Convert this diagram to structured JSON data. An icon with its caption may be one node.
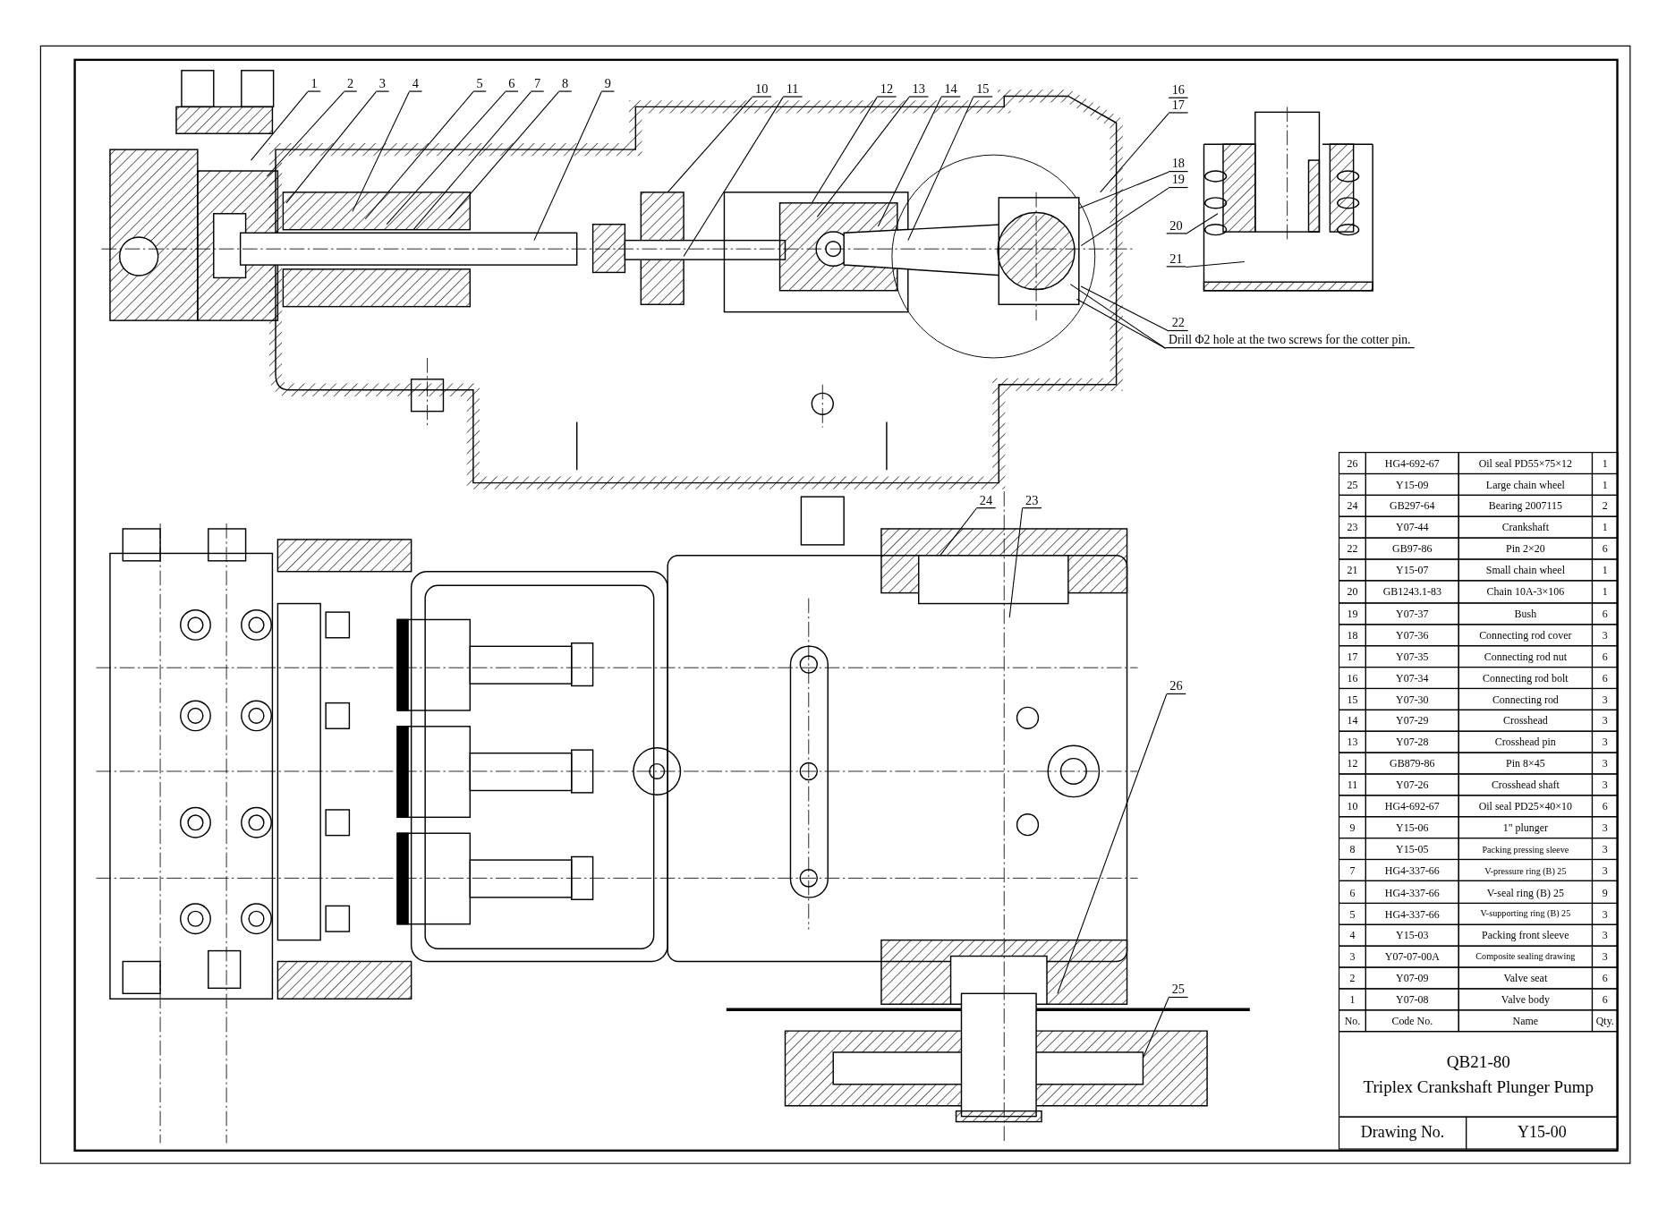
{
  "diagram": {
    "title": "Triplex Crankshaft Plunger Pump",
    "nodes": [
      {
        "text": [
          "1"
        ]
      },
      {
        "text": [
          "2"
        ]
      },
      {
        "text": [
          "3"
        ]
      },
      {
        "text": [
          "4"
        ]
      },
      {
        "text": [
          "5"
        ]
      },
      {
        "text": [
          "6"
        ]
      },
      {
        "text": [
          "7"
        ]
      },
      {
        "text": [
          "8"
        ]
      },
      {
        "text": [
          "9"
        ]
      },
      {
        "text": [
          "10"
        ]
      },
      {
        "text": [
          "11"
        ]
      },
      {
        "text": [
          "12"
        ]
      },
      {
        "text": [
          "13"
        ]
      },
      {
        "text": [
          "14"
        ]
      },
      {
        "text": [
          "15"
        ]
      },
      {
        "text": [
          "16"
        ]
      },
      {
        "text": [
          "17"
        ]
      },
      {
        "text": [
          "18"
        ]
      },
      {
        "text": [
          "19"
        ]
      },
      {
        "text": [
          "20"
        ]
      },
      {
        "text": [
          "21"
        ]
      },
      {
        "text": [
          "22"
        ]
      },
      {
        "text": [
          "Drill Φ2 hole at the two screws for the cotter pin."
        ]
      },
      {
        "text": [
          "24"
        ]
      },
      {
        "text": [
          "23"
        ]
      },
      {
        "text": [
          "26"
        ]
      },
      {
        "text": [
          "25"
        ]
      }
    ],
    "edges": [
      {
        "from": 0,
        "to": null,
        "arrow": "none"
      },
      {
        "from": 1,
        "to": null,
        "arrow": "none"
      },
      {
        "from": 2,
        "to": null,
        "arrow": "none"
      },
      {
        "from": 3,
        "to": null,
        "arrow": "none"
      },
      {
        "from": 4,
        "to": null,
        "arrow": "none"
      },
      {
        "from": 5,
        "to": null,
        "arrow": "none"
      },
      {
        "from": 6,
        "to": null,
        "arrow": "none"
      },
      {
        "from": 7,
        "to": null,
        "arrow": "none"
      },
      {
        "from": 8,
        "to": null,
        "arrow": "none"
      },
      {
        "from": 9,
        "to": null,
        "arrow": "none"
      },
      {
        "from": 10,
        "to": null,
        "arrow": "none"
      },
      {
        "from": 11,
        "to": null,
        "arrow": "none"
      },
      {
        "from": 12,
        "to": null,
        "arrow": "none"
      },
      {
        "from": 13,
        "to": null,
        "arrow": "none"
      },
      {
        "from": 14,
        "to": null,
        "arrow": "none"
      },
      {
        "from": 15,
        "to": null,
        "arrow": "none"
      },
      {
        "from": 16,
        "to": null,
        "arrow": "none"
      },
      {
        "from": 17,
        "to": null,
        "arrow": "none"
      },
      {
        "from": 18,
        "to": null,
        "arrow": "none"
      },
      {
        "from": 19,
        "to": null,
        "arrow": "none"
      },
      {
        "from": 20,
        "to": null,
        "arrow": "none"
      },
      {
        "from": 21,
        "to": null,
        "arrow": "none"
      },
      {
        "from": 22,
        "to": null,
        "arrow": "none"
      },
      {
        "from": 22,
        "to": null,
        "arrow": "none"
      },
      {
        "from": 23,
        "to": null,
        "arrow": "none"
      },
      {
        "from": 24,
        "to": null,
        "arrow": "none"
      },
      {
        "from": 25,
        "to": null,
        "arrow": "none"
      },
      {
        "from": 26,
        "to": null,
        "arrow": "none"
      }
    ],
    "labels": [
      "26",
      "HG4-692-67",
      "Oil seal PD55×75×12",
      "1",
      "25",
      "Y15-09",
      "Large chain wheel",
      "1",
      "24",
      "GB297-64",
      "Bearing 2007115",
      "2",
      "23",
      "Y07-44",
      "Crankshaft",
      "1",
      "22",
      "GB97-86",
      "Pin 2×20",
      "6",
      "21",
      "Y15-07",
      "Small chain wheel",
      "1",
      "20",
      "GB1243.1-83",
      "Chain 10A-3×106",
      "1",
      "19",
      "Y07-37",
      "Bush",
      "6",
      "18",
      "Y07-36",
      "Connecting rod cover",
      "3",
      "17",
      "Y07-35",
      "Connecting rod nut",
      "6",
      "16",
      "Y07-34",
      "Connecting rod bolt",
      "6",
      "15",
      "Y07-30",
      "Connecting rod",
      "3",
      "14",
      "Y07-29",
      "Crosshead",
      "3",
      "13",
      "Y07-28",
      "Crosshead pin",
      "3",
      "12",
      "GB879-86",
      "Pin 8×45",
      "3",
      "11",
      "Y07-26",
      "Crosshead shaft",
      "3",
      "10",
      "HG4-692-67",
      "Oil seal PD25×40×10",
      "6",
      "9",
      "Y15-06",
      "1\" plunger",
      "3",
      "8",
      "Y15-05",
      "Packing pressing sleeve",
      "3",
      "7",
      "HG4-337-66",
      "V-pressure ring (B) 25",
      "3",
      "6",
      "HG4-337-66",
      "V-seal ring (B) 25",
      "9",
      "5",
      "HG4-337-66",
      "V-supporting ring (B) 25",
      "3",
      "4",
      "Y15-03",
      "Packing front sleeve",
      "3",
      "3",
      "Y07-07-00A",
      "Composite sealing drawing",
      "3",
      "2",
      "Y07-09",
      "Valve seat",
      "6",
      "1",
      "Y07-08",
      "Valve body",
      "6",
      "No.",
      "Code No.",
      "Name",
      "Qty.",
      "QB21-80",
      "Drawing No.",
      "Y15-00"
    ]
  }
}
